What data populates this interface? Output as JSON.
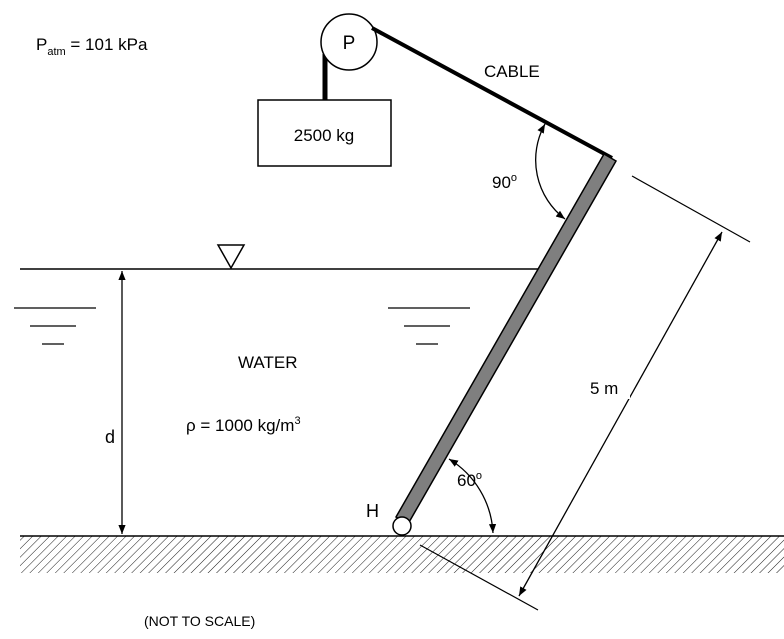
{
  "patm": {
    "p": "P",
    "sub": "atm",
    "rest": " = 101 kPa"
  },
  "pulley_label": "P",
  "cable_label": "CABLE",
  "mass_label": "2500 kg",
  "angle_top": {
    "value": "90",
    "sup": "o"
  },
  "angle_bottom": {
    "value": "60",
    "sup": "o"
  },
  "length_label": "5 m",
  "water_label": "WATER",
  "density": {
    "main": "ρ = 1000 kg/m",
    "sup": "3"
  },
  "depth_label": "d",
  "hinge_label": "H",
  "note": "(NOT TO SCALE)",
  "colors": {
    "gate": "#7f7f7f",
    "line": "#000000",
    "background": "#ffffff"
  }
}
